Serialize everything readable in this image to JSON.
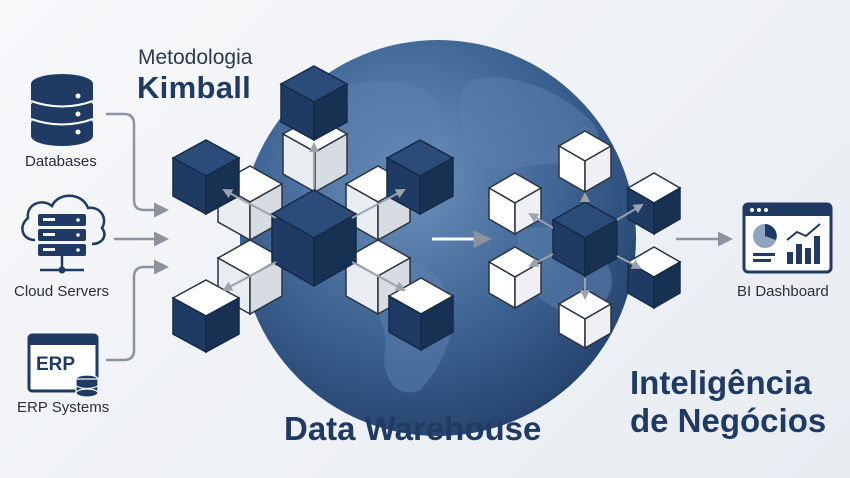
{
  "header": {
    "methodology_label": "Metodologia",
    "methodology_name": "Kimball"
  },
  "sources": [
    {
      "label": "Databases",
      "icon": "database-icon"
    },
    {
      "label": "Cloud Servers",
      "icon": "cloud-server-icon"
    },
    {
      "label": "ERP Systems",
      "icon": "erp-icon",
      "badge": "ERP"
    }
  ],
  "warehouse": {
    "title": "Data Warehouse",
    "icon": "globe-icon"
  },
  "business_intelligence": {
    "title_line1": "Inteligência",
    "title_line2": "de Negócios"
  },
  "output": {
    "label": "BI Dashboard",
    "icon": "dashboard-icon"
  },
  "colors": {
    "navy": "#1f3a63",
    "globe": "#3f6595",
    "arrow": "#8c939c",
    "background": "#eef1f5"
  }
}
